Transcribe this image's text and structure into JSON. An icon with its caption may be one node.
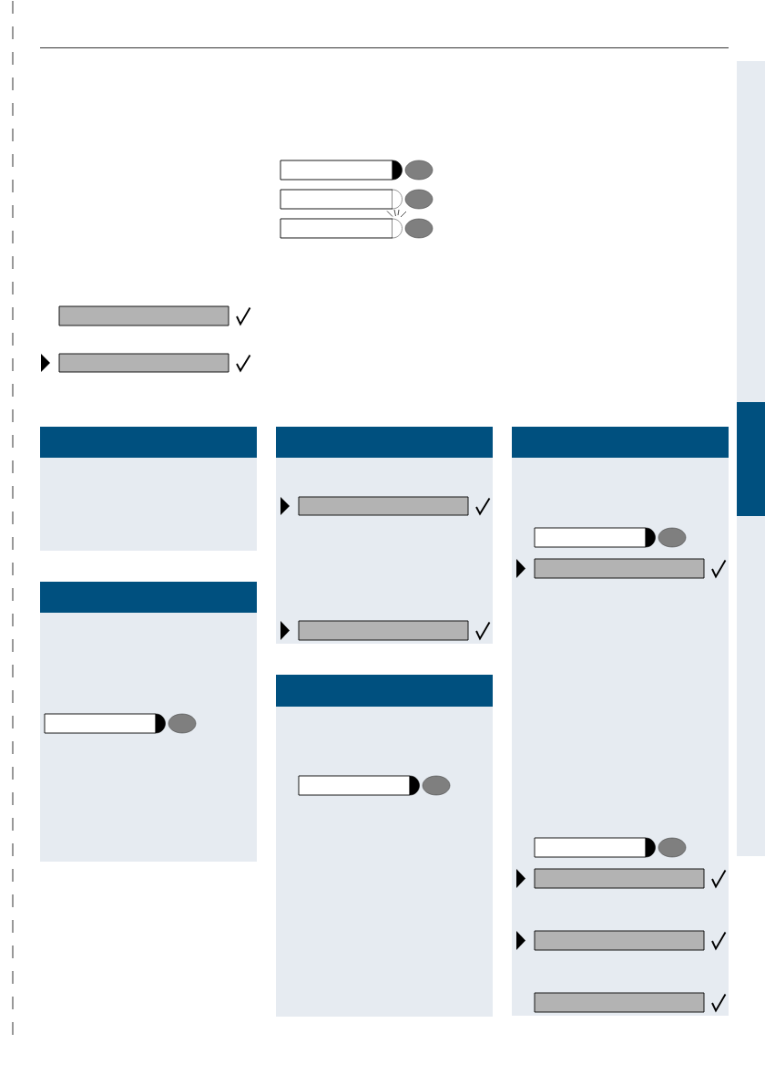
{
  "diagram": {
    "nodes": [
      {
        "text": [],
        "shape": "button"
      },
      {
        "text": [],
        "shape": "button"
      },
      {
        "text": [],
        "shape": "button"
      },
      {
        "text": [],
        "shape": "bar"
      },
      {
        "text": [],
        "shape": "bar"
      },
      {
        "text": [],
        "shape": "box"
      },
      {
        "text": [],
        "shape": "box"
      },
      {
        "text": [],
        "shape": "button",
        "in": 6
      },
      {
        "text": [],
        "shape": "box"
      },
      {
        "text": [],
        "shape": "bar",
        "in": 8
      },
      {
        "text": [],
        "shape": "bar",
        "in": 8
      },
      {
        "text": [],
        "shape": "box"
      },
      {
        "text": [],
        "shape": "button",
        "in": 11
      },
      {
        "text": [],
        "shape": "box"
      },
      {
        "text": [],
        "shape": "button",
        "in": 13
      },
      {
        "text": [],
        "shape": "bar",
        "in": 13
      },
      {
        "text": [],
        "shape": "button",
        "in": 13
      },
      {
        "text": [],
        "shape": "bar",
        "in": 13
      },
      {
        "text": [],
        "shape": "bar",
        "in": 13
      },
      {
        "text": [],
        "shape": "bar",
        "in": 13
      }
    ]
  }
}
